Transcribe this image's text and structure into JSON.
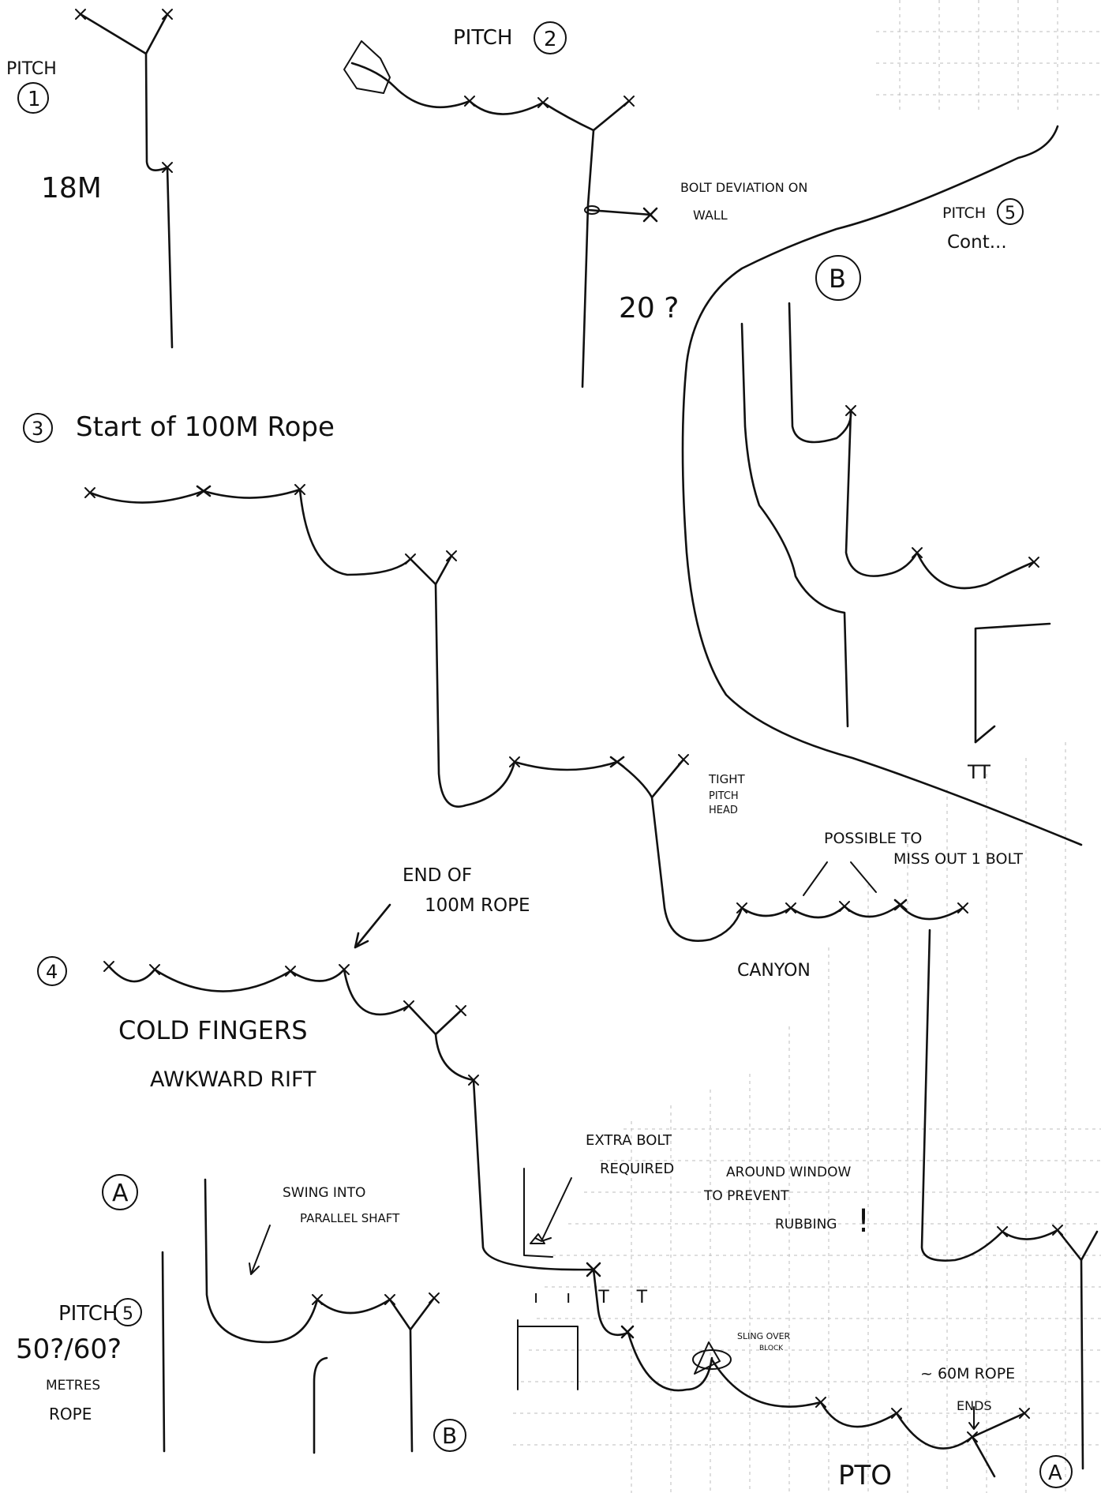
{
  "pitches": {
    "p1_label": "PITCH",
    "p1_number": "1",
    "p1_length": "18M",
    "p2_label": "PITCH",
    "p2_number": "2",
    "p2_length": "20 ?",
    "p3_number": "3",
    "p3_title": "Start of 100M Rope",
    "p4_number": "4",
    "p5_label": "PITCH",
    "p5_number": "5",
    "p5_length": "50?/60?",
    "p5_rope_line1": "METRES",
    "p5_rope_line2": "ROPE",
    "p5_cont_label": "PITCH",
    "p5_cont_number": "5",
    "p5_cont_text": "Cont..."
  },
  "notes": {
    "bolt_deviation_line1": "BOLT DEVIATION ON",
    "bolt_deviation_line2": "WALL",
    "tight_line1": "TIGHT",
    "tight_line2": "PITCH",
    "tight_line3": "HEAD",
    "possible_line1": "POSSIBLE TO",
    "possible_line2": "MISS OUT 1 BOLT",
    "canyon": "CANYON",
    "end_rope_line1": "END OF",
    "end_rope_line2": "100M ROPE",
    "cold_fingers": "COLD FINGERS",
    "awkward_rift": "AWKWARD RIFT",
    "swing_line1": "SWING INTO",
    "swing_line2": "PARALLEL SHAFT",
    "extra_bolt_line1": "EXTRA BOLT",
    "extra_bolt_line2": "REQUIRED",
    "around_window_line1": "AROUND WINDOW",
    "around_window_line2": "TO PREVENT",
    "around_window_line3": "RUBBING",
    "exclaim": "!",
    "sling_line1": "SLING OVER",
    "sling_line2": "BLOCK",
    "rope_ends_line1": "~ 60M ROPE",
    "rope_ends_line2": "ENDS",
    "pto": "PTO"
  },
  "markers": {
    "a_left": "A",
    "a_right": "A",
    "b_top": "B",
    "b_bottom": "B"
  }
}
